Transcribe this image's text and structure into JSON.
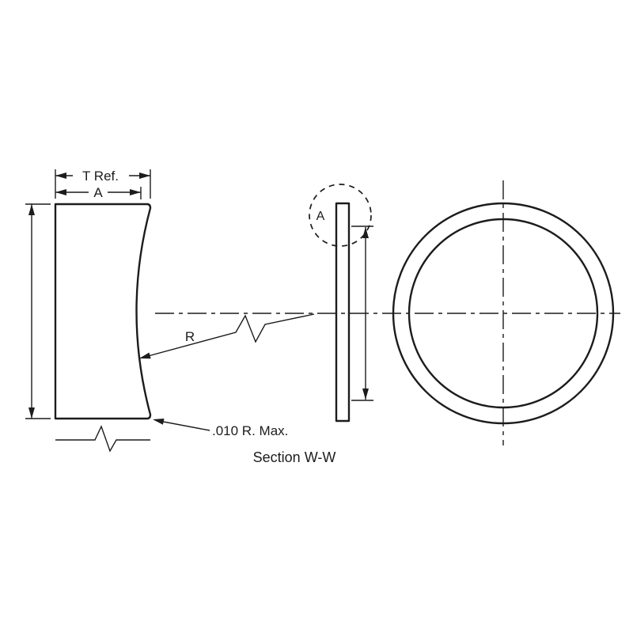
{
  "drawing": {
    "background_color": "#ffffff",
    "line_color": "#1c1c1c",
    "labels": {
      "t_ref": "T Ref.",
      "a_dim": "A",
      "radius": "R",
      "corner_note": ".010 R. Max.",
      "section_title": "Section W-W",
      "detail_callout": "A"
    }
  }
}
